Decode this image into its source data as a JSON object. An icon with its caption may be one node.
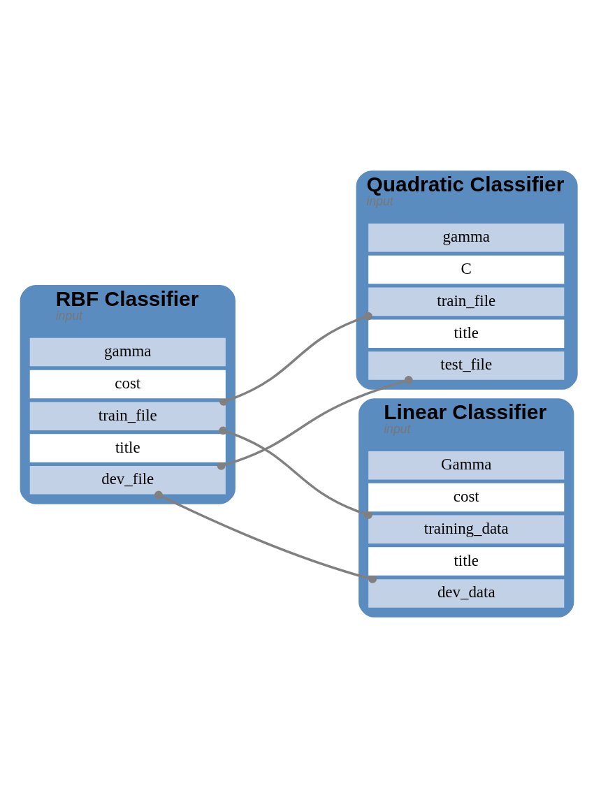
{
  "diagram": {
    "nodes": [
      {
        "text": [
          "Quadratic Classifier",
          "input"
        ]
      },
      {
        "text": [
          "test_file"
        ],
        "in": 0
      },
      {
        "text": [
          "title"
        ],
        "in": 0
      },
      {
        "text": [
          "train_file"
        ],
        "in": 0
      },
      {
        "text": [
          "C"
        ],
        "in": 0
      },
      {
        "text": [
          "gamma"
        ],
        "in": 0
      },
      {
        "text": [
          "RBF Classifier",
          "input"
        ]
      },
      {
        "text": [
          "dev_file"
        ],
        "in": 6
      },
      {
        "text": [
          "title"
        ],
        "in": 6
      },
      {
        "text": [
          "train_file"
        ],
        "in": 6
      },
      {
        "text": [
          "cost"
        ],
        "in": 6
      },
      {
        "text": [
          "gamma"
        ],
        "in": 6
      },
      {
        "text": [
          "Linear Classifier",
          "input"
        ]
      },
      {
        "text": [
          "dev_data"
        ],
        "in": 12
      },
      {
        "text": [
          "title"
        ],
        "in": 12
      },
      {
        "text": [
          "training_data"
        ],
        "in": 12
      },
      {
        "text": [
          "cost"
        ],
        "in": 12
      },
      {
        "text": [
          "Gamma"
        ],
        "in": 12
      }
    ],
    "edges": [
      {
        "from": 7,
        "to": 1,
        "arrow": "other"
      },
      {
        "from": 9,
        "to": 3,
        "arrow": "other"
      },
      {
        "from": 7,
        "to": 13,
        "arrow": "other"
      },
      {
        "from": 9,
        "to": 15,
        "arrow": "other"
      }
    ]
  }
}
